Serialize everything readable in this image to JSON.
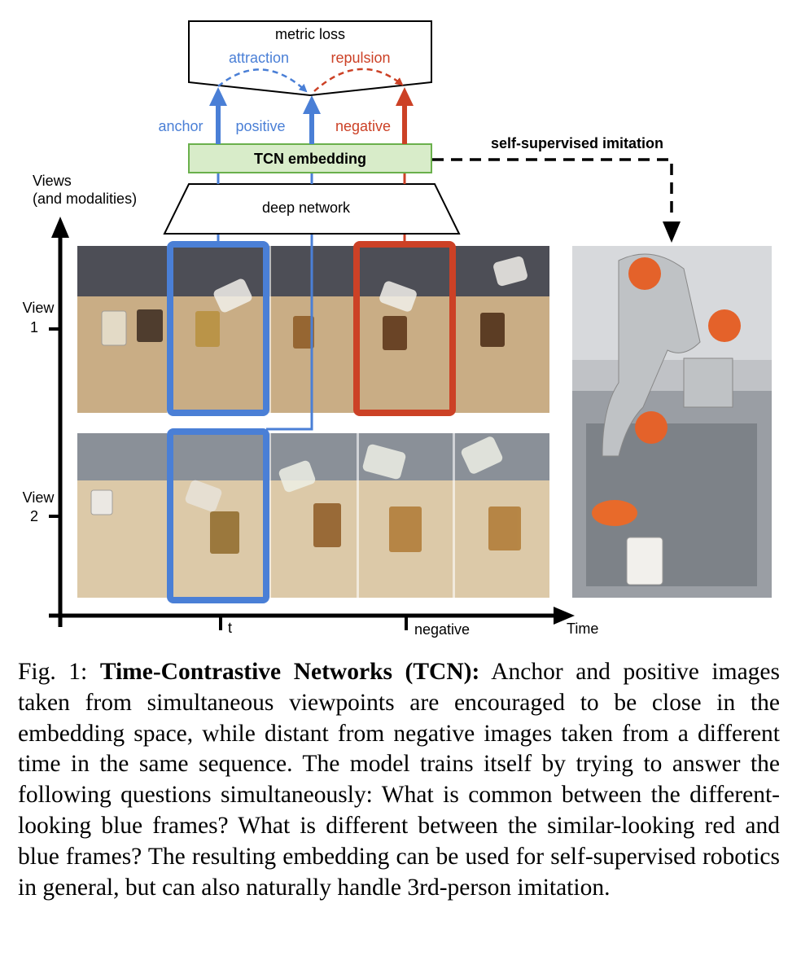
{
  "diagram": {
    "metric_loss": "metric loss",
    "attraction": "attraction",
    "repulsion": "repulsion",
    "anchor": "anchor",
    "positive": "positive",
    "negative": "negative",
    "tcn_embedding": "TCN embedding",
    "self_supervised_imitation": "self-supervised imitation",
    "deep_network": "deep network",
    "views_label_line1": "Views",
    "views_label_line2": "(and modalities)",
    "view1_line1": "View",
    "view1_line2": "1",
    "view2_line1": "View",
    "view2_line2": "2",
    "x_tick_t": "t",
    "x_tick_negative": "negative",
    "x_axis_label": "Time"
  },
  "colors": {
    "blue": "#4a7fd6",
    "red": "#cc4126",
    "green_border": "#6ab04c",
    "green_fill": "#d8ecc9"
  },
  "caption": {
    "label": "Fig. 1: ",
    "title": "Time-Contrastive Networks (TCN):",
    "body": " Anchor and positive images taken from simultaneous viewpoints are encouraged to be close in the embedding space, while distant from negative images taken from a different time in the same sequence. The model trains itself by trying to answer the following questions simultaneously: What is common between the different-looking blue frames? What is different between the similar-looking red and blue frames? The resulting embedding can be used for self-supervised robotics in general, but can also naturally handle 3rd-person imitation."
  }
}
